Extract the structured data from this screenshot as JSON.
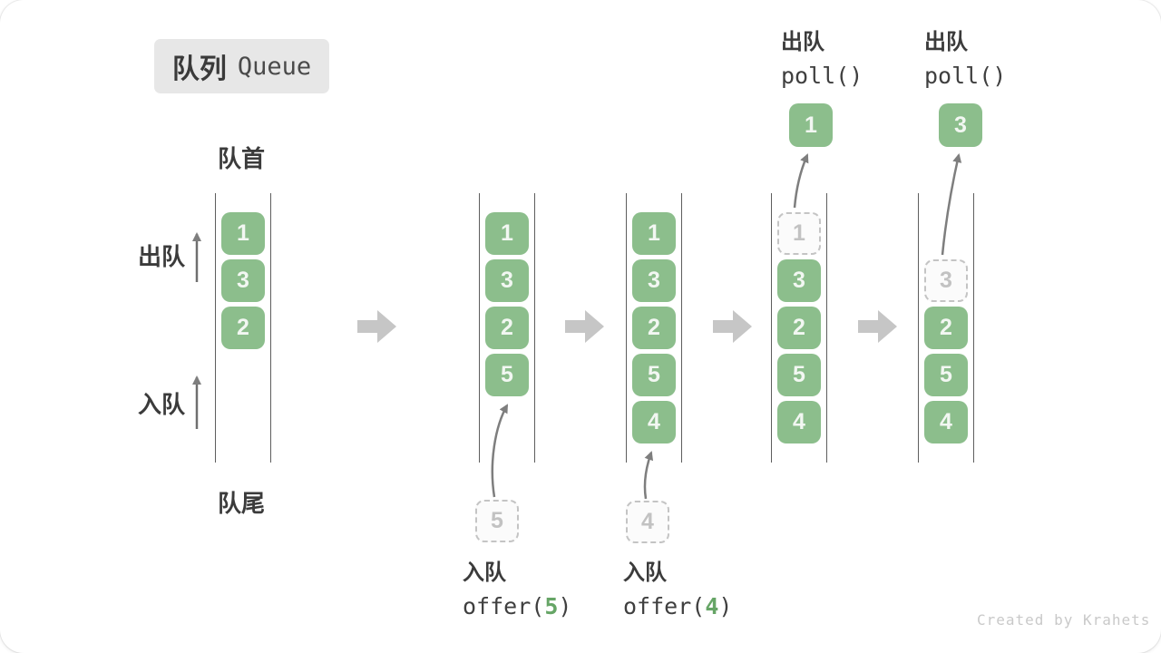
{
  "title": {
    "zh": "队列",
    "en": "Queue"
  },
  "side_labels": {
    "front": "队首",
    "rear": "队尾",
    "dequeue": "出队",
    "enqueue": "入队"
  },
  "queues": {
    "q1": {
      "slots": [
        "1",
        "3",
        "2"
      ]
    },
    "q2": {
      "slots": [
        "1",
        "3",
        "2",
        "5"
      ],
      "incoming": "5"
    },
    "q3": {
      "slots": [
        "1",
        "3",
        "2",
        "5",
        "4"
      ],
      "incoming": "4"
    },
    "q4": {
      "ghost": "1",
      "slots": [
        "3",
        "2",
        "5",
        "4"
      ],
      "popped": "1"
    },
    "q5": {
      "ghost": "3",
      "slots": [
        "2",
        "5",
        "4"
      ],
      "popped": "3"
    }
  },
  "operations": {
    "offer5": {
      "label": "入队",
      "fn_pre": "offer(",
      "arg": "5",
      "fn_post": ")"
    },
    "offer4": {
      "label": "入队",
      "fn_pre": "offer(",
      "arg": "4",
      "fn_post": ")"
    },
    "poll1": {
      "label": "出队",
      "fn": "poll()"
    },
    "poll2": {
      "label": "出队",
      "fn": "poll()"
    }
  },
  "watermark": "Created by Krahets",
  "colors": {
    "box_green": "#8cbe8c",
    "arg_green": "#66a566",
    "block_arrow_gray": "#c6c6c6",
    "thin_arrow_gray": "#7e7e7e",
    "column_line": "#5e5e5e",
    "title_bg": "#e7e7e7",
    "text_dark": "#3b3b3b"
  }
}
